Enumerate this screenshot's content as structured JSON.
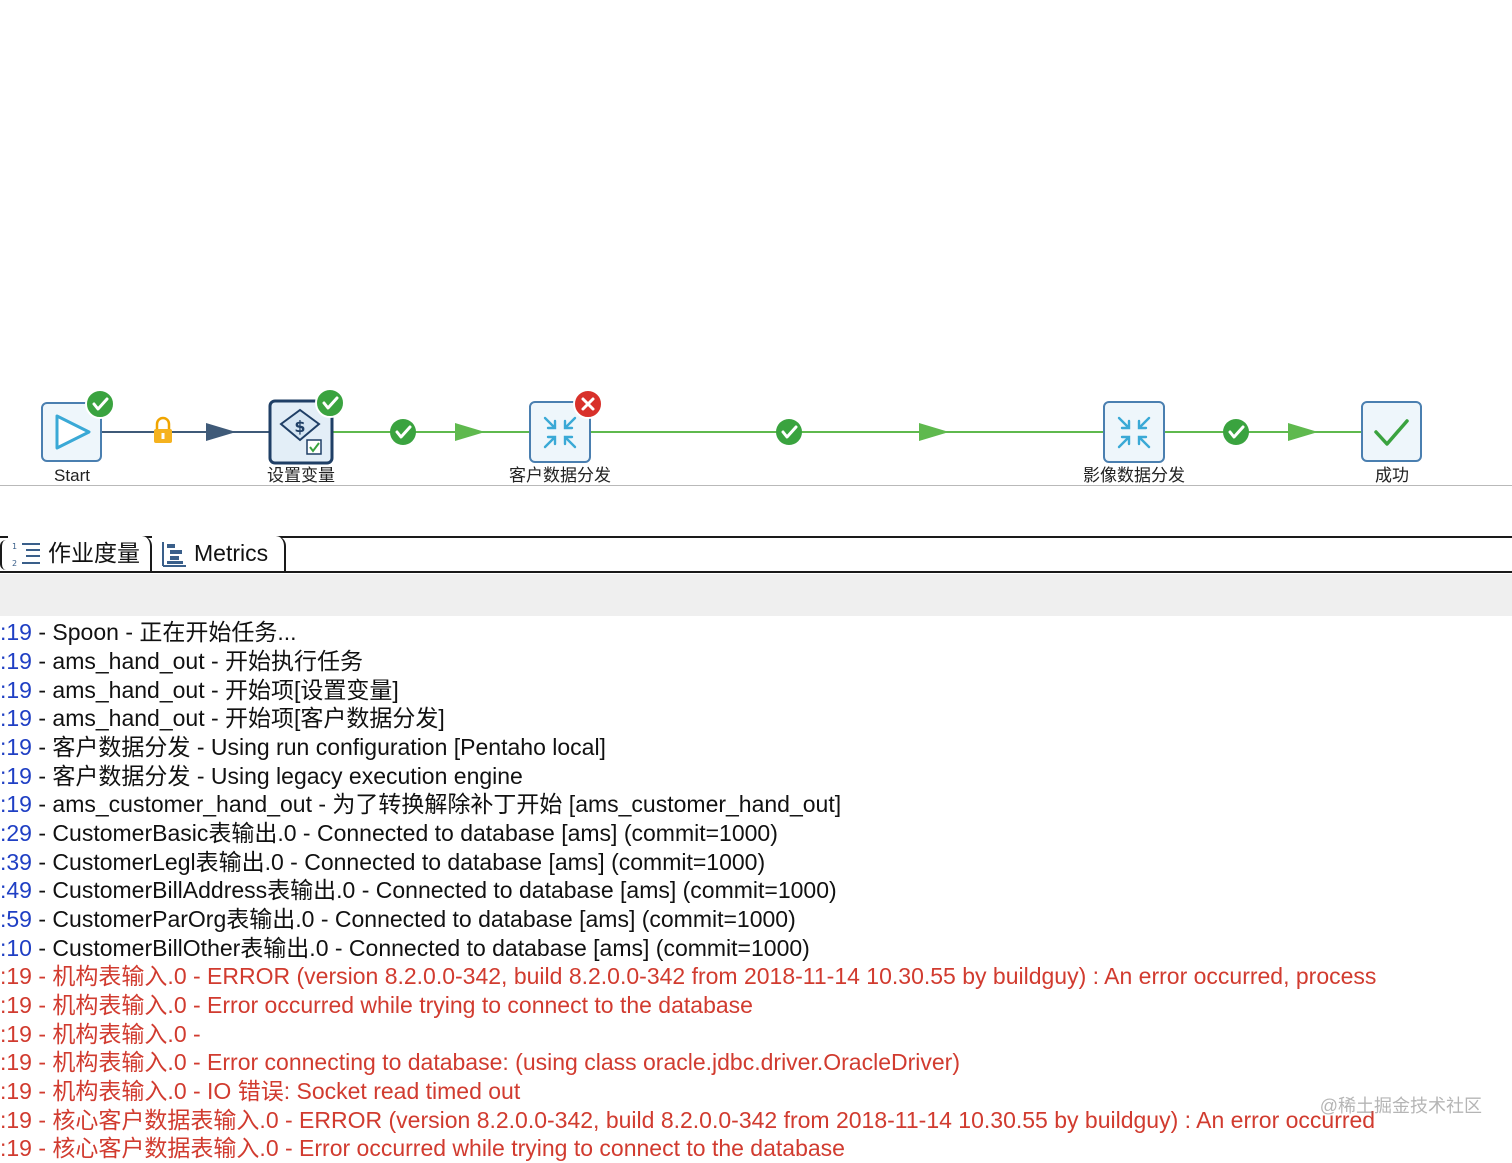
{
  "canvas": {
    "nodes": [
      {
        "id": "start",
        "label": "Start",
        "icon": "start-play-icon",
        "status": "success"
      },
      {
        "id": "set-variables",
        "label": "设置变量",
        "icon": "set-variables-icon",
        "status": "success"
      },
      {
        "id": "customer-data",
        "label": "客户数据分发",
        "icon": "transformation-icon",
        "status": "error"
      },
      {
        "id": "image-data",
        "label": "影像数据分发",
        "icon": "transformation-icon",
        "status": "none"
      },
      {
        "id": "success",
        "label": "成功",
        "icon": "success-check-icon",
        "status": "none"
      }
    ],
    "hops": [
      {
        "from": "start",
        "to": "set-variables",
        "type": "unconditional",
        "icon": "lock-icon"
      },
      {
        "from": "set-variables",
        "to": "customer-data",
        "type": "success",
        "icon": "ok-check-icon"
      },
      {
        "from": "customer-data",
        "to": "image-data",
        "type": "success",
        "icon": "ok-check-icon"
      },
      {
        "from": "image-data",
        "to": "success",
        "type": "success",
        "icon": "ok-check-icon"
      }
    ],
    "colors": {
      "hop_success": "#5fb94e",
      "hop_unconditional": "#3f5a78",
      "node_border": "#4a7fb0",
      "ok": "#3aa33f",
      "error": "#d8312b",
      "lock": "#f0a500"
    }
  },
  "tabs": [
    {
      "label": "作业度量",
      "icon": "job-metrics-icon"
    },
    {
      "label": "Metrics",
      "icon": "metrics-icon"
    }
  ],
  "log": {
    "lines": [
      {
        "ts": ":19",
        "text": " - Spoon - 正在开始任务...",
        "level": "info"
      },
      {
        "ts": ":19",
        "text": " - ams_hand_out - 开始执行任务",
        "level": "info"
      },
      {
        "ts": ":19",
        "text": " - ams_hand_out - 开始项[设置变量]",
        "level": "info"
      },
      {
        "ts": ":19",
        "text": " - ams_hand_out - 开始项[客户数据分发]",
        "level": "info"
      },
      {
        "ts": ":19",
        "text": " - 客户数据分发 - Using run configuration [Pentaho local]",
        "level": "info"
      },
      {
        "ts": ":19",
        "text": " - 客户数据分发 - Using legacy execution engine",
        "level": "info"
      },
      {
        "ts": ":19",
        "text": " - ams_customer_hand_out - 为了转换解除补丁开始  [ams_customer_hand_out]",
        "level": "info"
      },
      {
        "ts": ":29",
        "text": " - CustomerBasic表输出.0 - Connected to database [ams] (commit=1000)",
        "level": "info"
      },
      {
        "ts": ":39",
        "text": " - CustomerLegl表输出.0 - Connected to database [ams] (commit=1000)",
        "level": "info"
      },
      {
        "ts": ":49",
        "text": " - CustomerBillAddress表输出.0 - Connected to database [ams] (commit=1000)",
        "level": "info"
      },
      {
        "ts": ":59",
        "text": " - CustomerParOrg表输出.0 - Connected to database [ams] (commit=1000)",
        "level": "info"
      },
      {
        "ts": ":10",
        "text": " - CustomerBillOther表输出.0 - Connected to database [ams] (commit=1000)",
        "level": "info"
      },
      {
        "ts": ":19",
        "text": " - 机构表输入.0 - ERROR (version 8.2.0.0-342, build 8.2.0.0-342 from 2018-11-14 10.30.55 by buildguy) : An error occurred, process",
        "level": "error"
      },
      {
        "ts": ":19",
        "text": " - 机构表输入.0 - Error occurred while trying to connect to the database",
        "level": "error"
      },
      {
        "ts": ":19",
        "text": " - 机构表输入.0 - ",
        "level": "error"
      },
      {
        "ts": ":19",
        "text": " - 机构表输入.0 - Error connecting to database: (using class oracle.jdbc.driver.OracleDriver)",
        "level": "error"
      },
      {
        "ts": ":19",
        "text": " - 机构表输入.0 - IO 错误: Socket read timed out",
        "level": "error"
      },
      {
        "ts": ":19",
        "text": " - 核心客户数据表输入.0 - ERROR (version 8.2.0.0-342, build 8.2.0.0-342 from 2018-11-14 10.30.55 by buildguy) : An error occurred",
        "level": "error"
      },
      {
        "ts": ":19",
        "text": " - 核心客户数据表输入.0 - Error occurred while trying to connect to the database",
        "level": "error"
      }
    ]
  },
  "watermark": "@稀土掘金技术社区"
}
